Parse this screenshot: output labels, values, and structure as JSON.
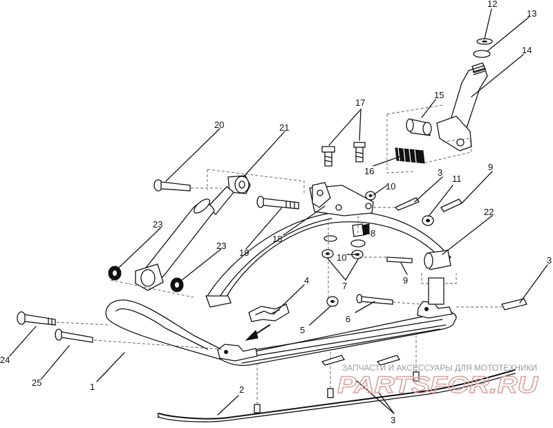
{
  "callouts": [
    {
      "id": "c1",
      "text": "1"
    },
    {
      "id": "c2",
      "text": "2"
    },
    {
      "id": "c3a",
      "text": "3"
    },
    {
      "id": "c3b",
      "text": "3"
    },
    {
      "id": "c3c",
      "text": "3"
    },
    {
      "id": "c4",
      "text": "4"
    },
    {
      "id": "c5",
      "text": "5"
    },
    {
      "id": "c6",
      "text": "6"
    },
    {
      "id": "c7",
      "text": "7"
    },
    {
      "id": "c8",
      "text": "8"
    },
    {
      "id": "c9a",
      "text": "9"
    },
    {
      "id": "c9b",
      "text": "9"
    },
    {
      "id": "c10a",
      "text": "10"
    },
    {
      "id": "c10b",
      "text": "10"
    },
    {
      "id": "c11",
      "text": "11"
    },
    {
      "id": "c12",
      "text": "12"
    },
    {
      "id": "c13",
      "text": "13"
    },
    {
      "id": "c14",
      "text": "14"
    },
    {
      "id": "c15",
      "text": "15"
    },
    {
      "id": "c16",
      "text": "16"
    },
    {
      "id": "c17",
      "text": "17"
    },
    {
      "id": "c18",
      "text": "18"
    },
    {
      "id": "c19",
      "text": "19"
    },
    {
      "id": "c20",
      "text": "20"
    },
    {
      "id": "c21",
      "text": "21"
    },
    {
      "id": "c22",
      "text": "22"
    },
    {
      "id": "c23a",
      "text": "23"
    },
    {
      "id": "c23b",
      "text": "23"
    },
    {
      "id": "c24",
      "text": "24"
    },
    {
      "id": "c25",
      "text": "25"
    }
  ],
  "watermark": {
    "line": "ЗАПЧАСТИ И АКСЕССУАРЫ ДЛЯ МОТОТЕХНИКИ",
    "logo": "PARTSFOR.RU"
  }
}
